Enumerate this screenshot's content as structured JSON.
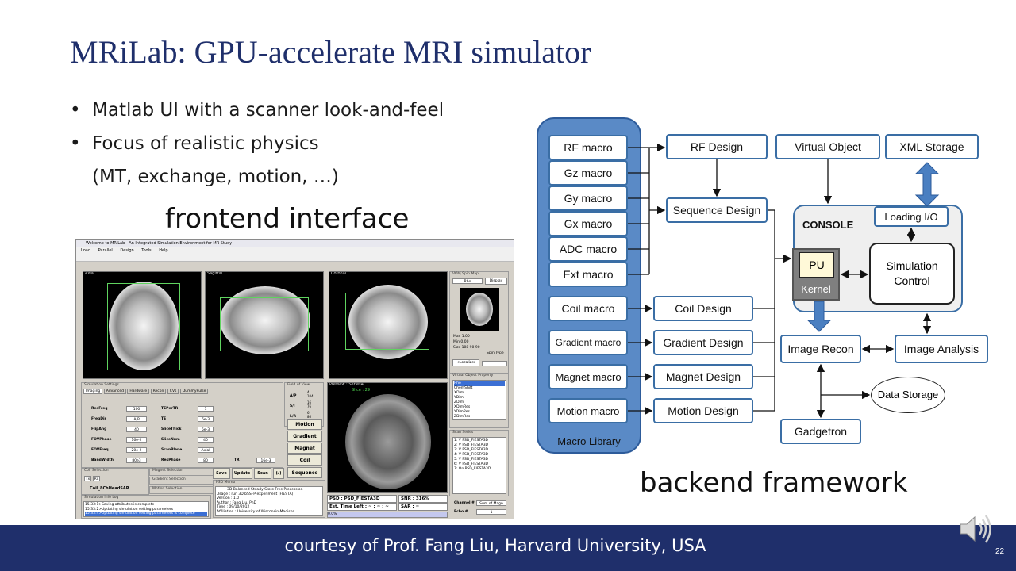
{
  "slide": {
    "title": "MRiLab: GPU-accelerate MRI simulator",
    "bullets": [
      "Matlab UI with a scanner look-and-feel",
      "Focus of realistic physics",
      "(MT, exchange, motion, …)"
    ],
    "bullet_symbol": "•",
    "frontend_caption": "frontend interface",
    "backend_caption": "backend framework",
    "footer": "courtesy of Prof. Fang Liu, Harvard University, USA",
    "page_number": "22",
    "speaker_icon": "speaker-icon"
  },
  "matlab": {
    "window_title": "Welcome to MRiLab - An Integrated Simulation Environment for MR Study",
    "menu": [
      "Load",
      "Parallel",
      "Design",
      "Tools",
      "Help"
    ],
    "views": [
      "Axial",
      "Sagittal",
      "Coronal"
    ],
    "preview_title": "Preview : Series4",
    "spin_map_title": "VObj Spin Map",
    "spin_map_select": "Rho",
    "display_button": "Display",
    "spin_stats": [
      "Max  1.00",
      "Min  0.00",
      "Size  108  90  90"
    ],
    "spin_type_label": "Spin Type",
    "localizer_button": "<Localizer",
    "vobj_property_title": "Virtual Object Property",
    "vobj_properties": [
      "Rho",
      "ChemShift",
      "XDim",
      "YDim",
      "ZDim",
      "XDimRes",
      "YDimRes",
      "ZDimRes"
    ],
    "sim_settings_title": "Simulation Settings",
    "tabs": [
      "Imaging",
      "Advanced",
      "Hardware",
      "Recon",
      "CVs",
      "DummyPulse"
    ],
    "params_left": [
      {
        "label": "ResFreq",
        "value": "100"
      },
      {
        "label": "FreqDir",
        "value": "A/P"
      },
      {
        "label": "FlipAng",
        "value": "40"
      },
      {
        "label": "FOVPhase",
        "value": "16e-2"
      },
      {
        "label": "FOVFreq",
        "value": "20e-2"
      },
      {
        "label": "BandWidth",
        "value": "80e3"
      }
    ],
    "params_mid": [
      {
        "label": "TEPerTR",
        "value": "1"
      },
      {
        "label": "TE",
        "value": "6e-3"
      },
      {
        "label": "SliceThick",
        "value": "5e-3"
      },
      {
        "label": "SliceNum",
        "value": "40"
      },
      {
        "label": "ScanPlane",
        "value": "Axial"
      },
      {
        "label": "ResPhase",
        "value": "80"
      }
    ],
    "tr": {
      "label": "TR",
      "value": "16e-3"
    },
    "fov_title": "Field of View",
    "fov_rows": [
      {
        "label": "A/P",
        "values": "4\n104"
      },
      {
        "label": "S/I",
        "values": "16\n76"
      },
      {
        "label": "L/R",
        "values": "6\n86"
      }
    ],
    "side_buttons": [
      "Motion",
      "Gradient",
      "Magnet",
      "Coil",
      "Sequence"
    ],
    "coil_title": "Coil Selection",
    "coil_tx": "Tx",
    "coil_rx": "Rx",
    "coil_name": "Coil_8ChHeadSAR",
    "magnet_title": "Magnet Selection",
    "gradient_title": "Gradient Selection",
    "motion_title": "Motion Selection",
    "action_buttons": [
      "Save",
      "Update",
      "Scan",
      "(▸)"
    ],
    "psd_title": "PSD Memo",
    "psd_lines": [
      "--------3D Balanced Steady-State Free Precession--------",
      "Usage : run 3D bSSFP experiment (FIESTA)",
      "Version : 1.0",
      "Author : Fang Liu, PhD",
      "Time : 09/10/2012",
      "Affiliation : University of Wisconsin-Madison"
    ],
    "log_title": "Simulation Info Log",
    "log_lines": [
      "15:33:1>Saving attributes is complete",
      "15:33:2>Updating simulation setting parameters",
      "15:33:4>Updating simulation setting parameters is complete"
    ],
    "preview_slice": "Slice : 29",
    "psd_status": "PSD : PSD_FIESTA3D",
    "snr_status": "SNR : 316%",
    "time_status": "Est. Time Left : ~ : ~ : ~",
    "sar_status": "SAR : ~",
    "progress": "0.0%",
    "scan_series_title": "Scan Series",
    "scan_series": [
      "1:  V  PSD_FIESTA3D",
      "2:  V  PSD_FIESTA3D",
      "3:  V  PSD_FIESTA3D",
      "4:  V  PSD_FIESTA3D",
      "5:  V  PSD_FIESTA3D",
      "6:  V  PSD_FIESTA3D",
      "7:  On  PSD_FIESTA3D"
    ],
    "channel_label": "Channel #",
    "channel_value": "Sum of Magn",
    "echo_label": "Echo #",
    "echo_value": "1"
  },
  "diagram": {
    "library_label": "Macro Library",
    "macros": [
      "RF macro",
      "Gz macro",
      "Gy macro",
      "Gx macro",
      "ADC macro",
      "Ext macro",
      "Coil macro",
      "Gradient macro",
      "Magnet macro",
      "Motion macro"
    ],
    "designs": [
      "RF Design",
      "Sequence Design",
      "Coil Design",
      "Gradient Design",
      "Magnet Design",
      "Motion Design"
    ],
    "virtual_object": "Virtual Object",
    "xml_storage": "XML Storage",
    "console_label": "CONSOLE",
    "loading_io": "Loading I/O",
    "pu": "PU",
    "kernel": "Kernel",
    "simulation_control": "Simulation Control",
    "image_recon": "Image Recon",
    "image_analysis": "Image Analysis",
    "data_storage": "Data Storage",
    "gadgetron": "Gadgetron",
    "colors": {
      "box_border": "#3a6ea5",
      "library_fill": "#5a8ac6",
      "thick_arrow": "#4a7fc1",
      "footer": "#1f2f6b",
      "title": "#1f2f6b"
    }
  }
}
